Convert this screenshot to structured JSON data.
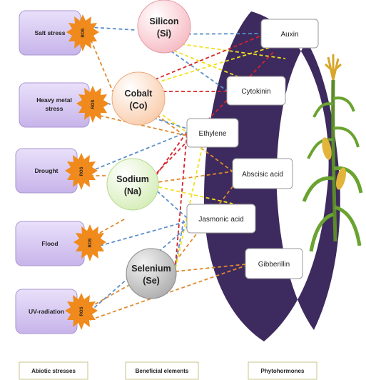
{
  "stresses": [
    {
      "label_lines": [
        "Salt stress"
      ]
    },
    {
      "label_lines": [
        "Heavy metal",
        "stress"
      ]
    },
    {
      "label_lines": [
        "Drought"
      ]
    },
    {
      "label_lines": [
        "Flood"
      ]
    },
    {
      "label_lines": [
        "UV-radiation"
      ]
    }
  ],
  "ros_label": "ROS",
  "elements": [
    {
      "name": "Silicon",
      "symbol": "(Si)",
      "color": "#f6b6bf"
    },
    {
      "name": "Cobalt",
      "symbol": "(Co)",
      "color": "#f9c9a6"
    },
    {
      "name": "Sodium",
      "symbol": "(Na)",
      "color": "#d3ecb3"
    },
    {
      "name": "Selenium",
      "symbol": "(Se)",
      "color": "#bdbdbd"
    }
  ],
  "hormones": [
    "Auxin",
    "Cytokinin",
    "Ethylene",
    "Abscisic acid",
    "Jasmonic acid",
    "Gibberillin"
  ],
  "footer": {
    "abiotic": "Abiotic stresses",
    "elements": "Beneficial elements",
    "hormones": "Phytohormones"
  },
  "colors": {
    "stress_box": "#d6c6f0",
    "ros_burst": "#f08a1c",
    "crescent": "#3d2a5e",
    "blue_line": "#5b8fc9",
    "orange_line": "#e08a2e",
    "red_line": "#d8232a",
    "yellow_line": "#f3e11c"
  }
}
